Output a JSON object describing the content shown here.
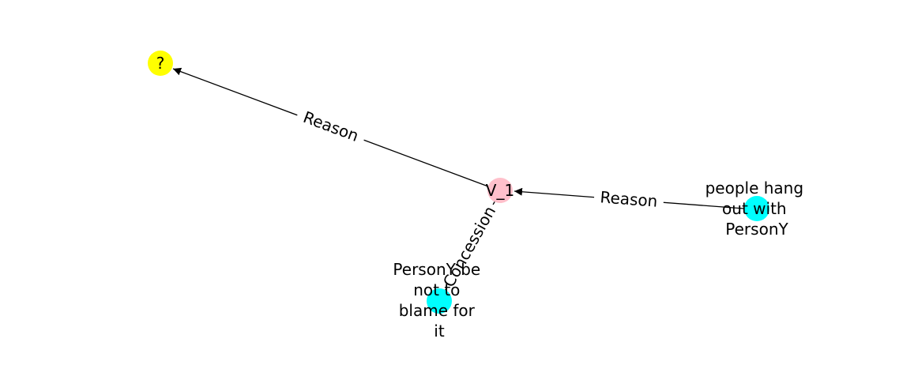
{
  "graph": {
    "nodes": {
      "question": {
        "label": "?",
        "color": "#ffff00"
      },
      "v1": {
        "label": "V_1",
        "color": "#ffc0cb"
      },
      "hangout": {
        "label_lines": [
          "people hang",
          "out with",
          "PersonY"
        ],
        "color": "#00ffff"
      },
      "blame": {
        "label_lines": [
          "PersonY be",
          "not to",
          "blame for",
          "it"
        ],
        "color": "#00ffff"
      }
    },
    "edges": {
      "v1_to_question": {
        "label": "Reason"
      },
      "hangout_to_v1": {
        "label": "Reason"
      },
      "blame_to_v1": {
        "label": "Concession"
      }
    }
  }
}
